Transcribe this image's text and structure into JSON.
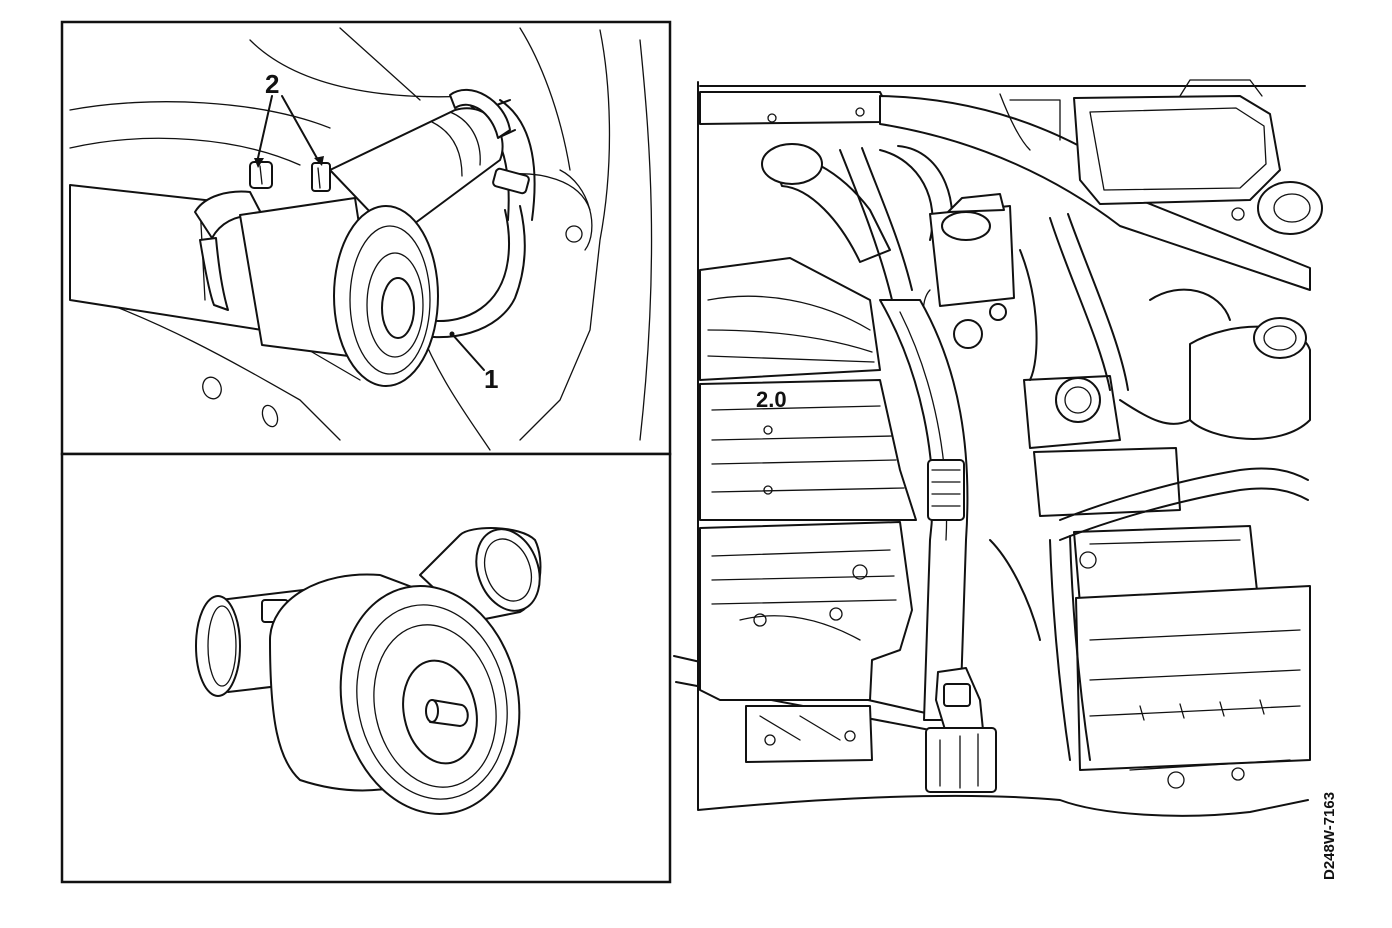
{
  "figure": {
    "code": "D248W-7163",
    "callouts": [
      {
        "id": "1",
        "label": "1"
      },
      {
        "id": "2",
        "label": "2"
      }
    ],
    "engine_marking": "2.0",
    "colors": {
      "line": "#111111",
      "background": "#ffffff"
    }
  }
}
